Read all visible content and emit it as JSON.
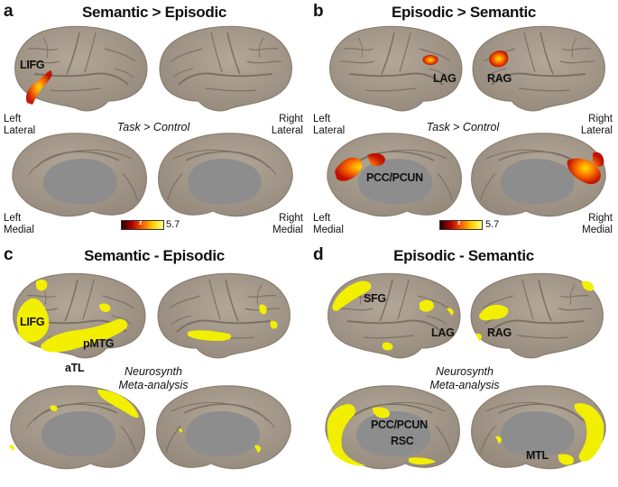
{
  "panels": {
    "a": {
      "letter": "a",
      "title": "Semantic > Episodic",
      "note": "Task > Control",
      "labels": {
        "left_lateral": [
          "Left",
          "Lateral"
        ],
        "right_lateral": [
          "Right",
          "Lateral"
        ],
        "left_medial": [
          "Left",
          "Medial"
        ],
        "right_medial": [
          "Right",
          "Medial"
        ]
      },
      "regions": [
        "LIFG"
      ],
      "colorbar": {
        "symbol": "z",
        "max": "5.7"
      }
    },
    "b": {
      "letter": "b",
      "title": "Episodic > Semantic",
      "note": "Task > Control",
      "labels": {
        "left_lateral": [
          "Left",
          "Lateral"
        ],
        "right_lateral": [
          "Right",
          "Lateral"
        ],
        "left_medial": [
          "Left",
          "Medial"
        ],
        "right_medial": [
          "Right",
          "Medial"
        ]
      },
      "regions": [
        "LAG",
        "RAG",
        "PCC/PCUN"
      ],
      "colorbar": {
        "symbol": "z",
        "max": "5.7"
      }
    },
    "c": {
      "letter": "c",
      "title": "Semantic - Episodic",
      "note": [
        "Neurosynth",
        "Meta-analysis"
      ],
      "regions": [
        "LIFG",
        "pMTG",
        "aTL"
      ]
    },
    "d": {
      "letter": "d",
      "title": "Episodic - Semantic",
      "note": [
        "Neurosynth",
        "Meta-analysis"
      ],
      "regions": [
        "SFG",
        "LAG",
        "RAG",
        "PCC/PCUN",
        "RSC",
        "MTL"
      ]
    }
  },
  "colors": {
    "cortex": "#a89c8e",
    "cortex_outline": "#8a7e70",
    "sulcus": "#7d7164",
    "medial_wall": "#8d8d8d",
    "activation_hot": [
      "#b00000",
      "#ff5a00",
      "#ffd000"
    ],
    "neurosynth": "#f2ef00"
  }
}
